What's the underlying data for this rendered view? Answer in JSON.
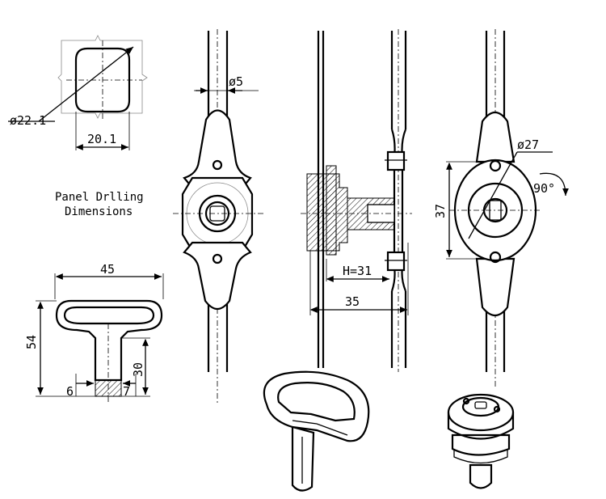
{
  "panel_label": {
    "line1": "Panel Drlling",
    "line2": "Dimensions"
  },
  "dimensions": {
    "cutout_diameter": "ø22.1",
    "cutout_width": "20.1",
    "rod_diameter": "ø5",
    "body_diameter": "ø27",
    "body_height": "37",
    "rotation": "90°",
    "h_depth": "H=31",
    "total_depth": "35",
    "key_width": "45",
    "key_height": "54",
    "key_shaft": "30",
    "key_tip_left": "6",
    "key_tip_right": "7"
  }
}
